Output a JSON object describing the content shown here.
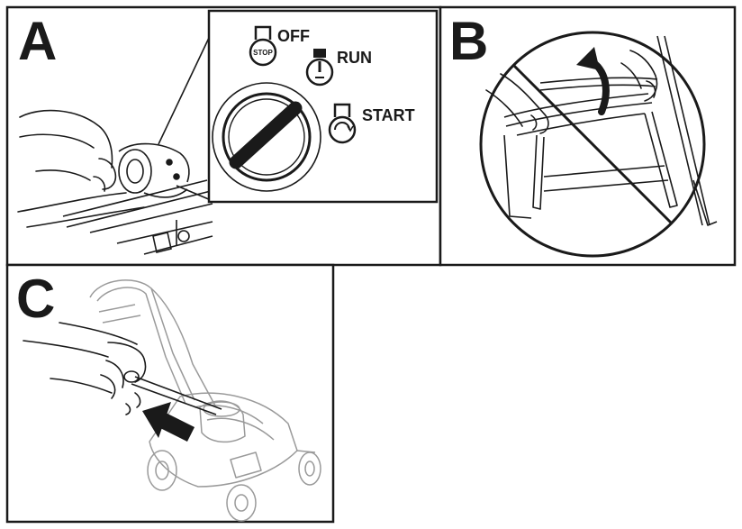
{
  "panels": {
    "a": {
      "label": "A",
      "switch": {
        "off_label": "OFF",
        "stop_label": "STOP",
        "run_label": "RUN",
        "start_label": "START"
      },
      "icons": [
        "stop-engine-icon",
        "run-engine-icon",
        "start-engine-icon",
        "ignition-key-switch-icon",
        "hand-icon"
      ]
    },
    "b": {
      "label": "B",
      "icons": [
        "prohibited-icon",
        "fold-handle-arrow-icon",
        "hand-icon"
      ]
    },
    "c": {
      "label": "C",
      "icons": [
        "lawn-mower-icon",
        "pull-direction-arrow-icon",
        "hand-icon"
      ]
    }
  },
  "colors": {
    "line": "#1a1a1a",
    "faint_line": "#9a9a9a",
    "background": "#ffffff"
  }
}
